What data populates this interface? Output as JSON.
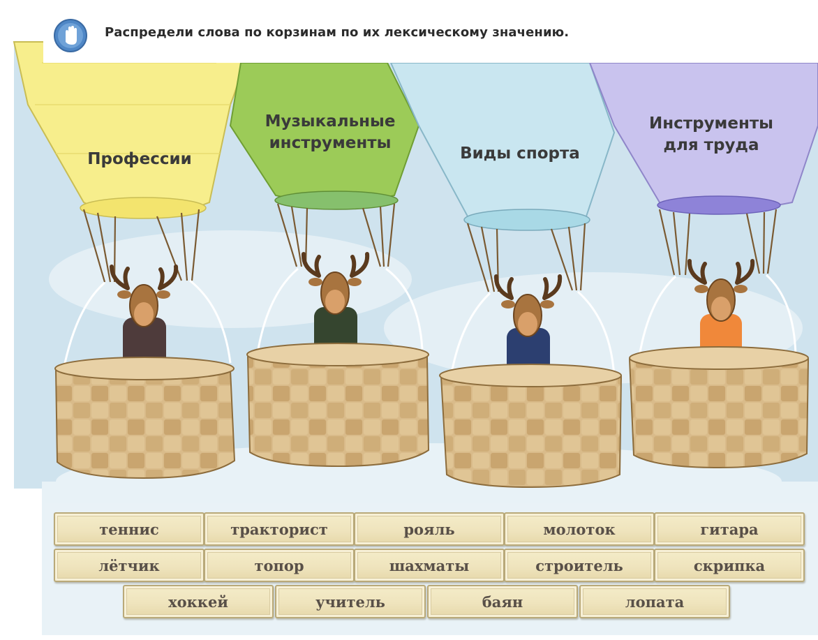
{
  "task": {
    "instruction": "Распредели слова по корзинам по их лексическому значению.",
    "icon": "hand-icon"
  },
  "balloons": [
    {
      "label": "Профессии",
      "color": "#f7ee8c",
      "rim": "#f3e46e",
      "sweater": "#4e3b3b"
    },
    {
      "label": "Музыкальные инструменты",
      "color": "#9ccb58",
      "rim": "#86c06d",
      "sweater": "#35452f"
    },
    {
      "label": "Виды спорта",
      "color": "#c9e6f0",
      "rim": "#a9d9e6",
      "sweater": "#2c3f70"
    },
    {
      "label": "Инструменты для труда",
      "color": "#c9c3ee",
      "rim": "#8e83d8",
      "sweater": "#f0883a"
    }
  ],
  "words": [
    "теннис",
    "тракторист",
    "рояль",
    "молоток",
    "гитара",
    "лётчик",
    "топор",
    "шахматы",
    "строитель",
    "скрипка",
    "хоккей",
    "учитель",
    "баян",
    "лопата"
  ],
  "colors": {
    "sky": "#cfe3ee",
    "basket": "#d7b886",
    "basket_dark": "#b8955f",
    "moose": "#a8743f"
  }
}
